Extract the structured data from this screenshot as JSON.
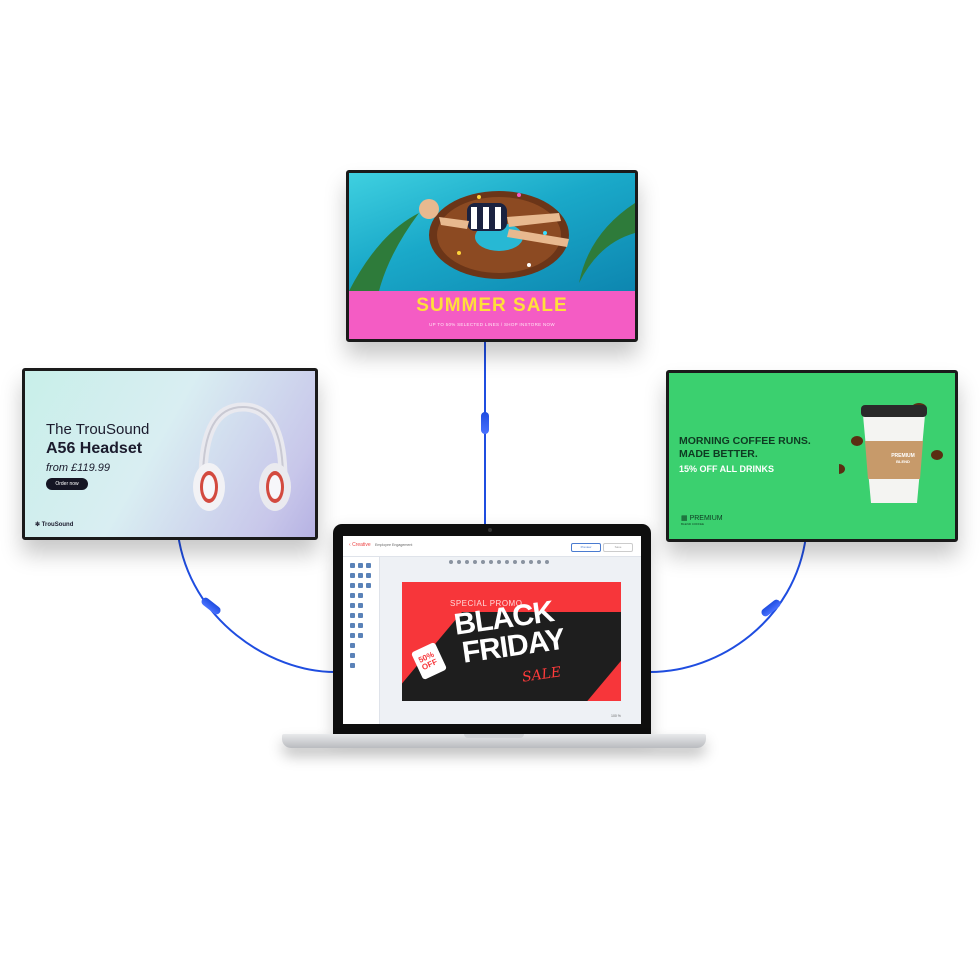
{
  "top_screen": {
    "title": "SUMMER SALE",
    "subtitle": "UP TO 50% SELECTED LINES / SHOP INSTORE NOW"
  },
  "left_screen": {
    "name": "The TrouSound",
    "model": "A56 Headset",
    "price": "from £119.99",
    "button": "Order now",
    "logo": "TrouSound"
  },
  "right_screen": {
    "line1": "MORNING COFFEE RUNS.",
    "line2": "MADE BETTER.",
    "line3": "15% OFF ALL DRINKS",
    "logo": "PREMIUM",
    "logo_sub": "BLEND COFFEE",
    "cup_label": "PREMIUM",
    "cup_label_sub": "BLEND"
  },
  "laptop_app": {
    "brand": "Creative",
    "breadcrumb": "Employee Engagement",
    "button_preview": "Preview",
    "button_save": "Save",
    "zoom": "100 %",
    "canvas": {
      "promo": "SPECIAL PROMO",
      "black": "BLACK",
      "friday": "FRIDAY",
      "sale": "SALE",
      "tag_top": "50%",
      "tag_bottom": "OFF"
    }
  },
  "colors": {
    "wire": "#1f4de0",
    "summer_pink": "#f45cc4",
    "summer_yellow": "#ffdf3a",
    "coffee_green": "#3bd06f",
    "black_friday_red": "#f7363a"
  }
}
